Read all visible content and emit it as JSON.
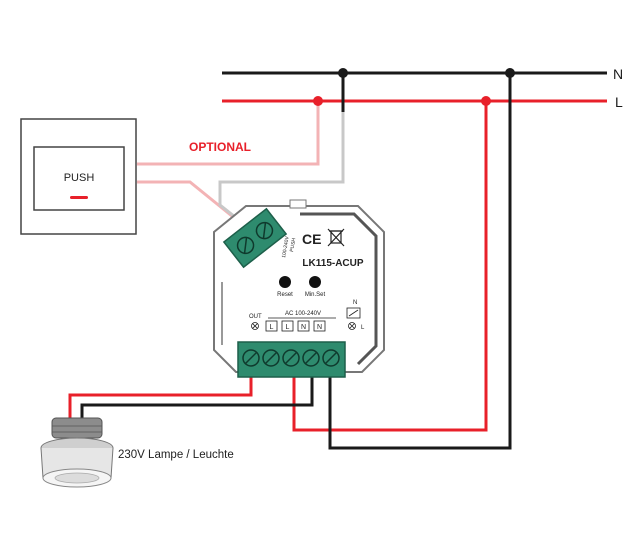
{
  "lines": {
    "neutral_label": "N",
    "live_label": "L"
  },
  "switch": {
    "label": "PUSH"
  },
  "optional_label": "OPTIONAL",
  "module": {
    "model": "LK115-ACUP",
    "ce_mark": "CE",
    "reset_label": "Reset",
    "minset_label": "Min.Set",
    "out_label": "OUT",
    "ac_label": "AC 100-240V",
    "terminal_labels": [
      "L",
      "L",
      "N",
      "N"
    ],
    "side_n_label": "N",
    "side_l_label": "L",
    "push_terminal_1": "100-240V",
    "push_terminal_2": "PUSH"
  },
  "lamp": {
    "label": "230V Lampe / Leuchte"
  },
  "colors": {
    "neutral": "#1a1a1a",
    "live": "#e8202a",
    "optional_live": "#f3b3b5",
    "optional_neutral": "#c8c8c8",
    "terminal_green": "#2e8b6e",
    "optional_text": "#e8202a"
  }
}
